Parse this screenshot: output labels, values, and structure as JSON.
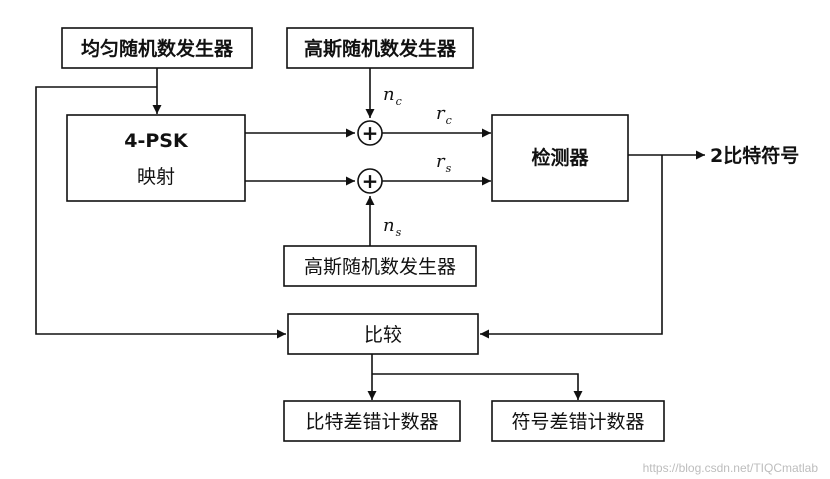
{
  "blocks": {
    "uniform_rng": "均匀随机数发生器",
    "gauss_rng_top": "高斯随机数发生器",
    "psk_title": "4-PSK",
    "psk_sub": "映射",
    "detector": "检测器",
    "gauss_rng_bottom": "高斯随机数发生器",
    "compare": "比较",
    "bit_err_counter": "比特差错计数器",
    "sym_err_counter": "符号差错计数器"
  },
  "signals": {
    "n_c": {
      "base": "n",
      "sub": "c"
    },
    "n_s": {
      "base": "n",
      "sub": "s"
    },
    "r_c": {
      "base": "r",
      "sub": "c"
    },
    "r_s": {
      "base": "r",
      "sub": "s"
    },
    "output": "2比特符号"
  },
  "summer_symbol": "+",
  "watermark": "https://blog.csdn.net/TIQCmatlab",
  "colors": {
    "line": "#111111",
    "watermark": "#bdbdbd"
  }
}
